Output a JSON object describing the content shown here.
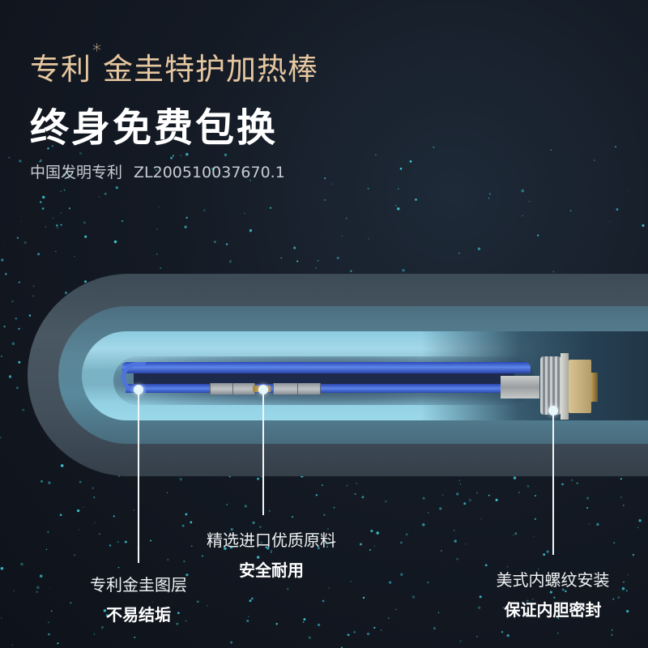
{
  "headline": {
    "part1": "专利",
    "superscript": "*",
    "part2": "金圭特护加热棒",
    "color": "#e6c7a0"
  },
  "title": "终身免费包换",
  "patent": {
    "label": "中国发明专利",
    "number": "ZL200510037670.1"
  },
  "callouts": [
    {
      "line1": "专利金圭图层",
      "line2": "不易结垢",
      "target": "rod-coating"
    },
    {
      "line1": "精选进口优质原料",
      "line2": "安全耐用",
      "target": "rod-sleeve"
    },
    {
      "line1": "美式内螺纹安装",
      "line2": "保证内胆密封",
      "target": "threaded-fitting"
    }
  ],
  "colors": {
    "background": "#11161f",
    "rod_blue": "#4c74dc",
    "tube_inner": "#a4d8e8",
    "star_cyan": "#3fd0e0"
  }
}
